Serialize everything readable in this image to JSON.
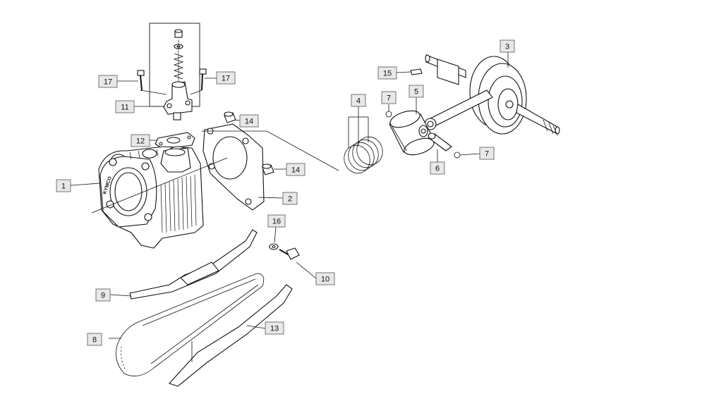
{
  "diagram": {
    "brand_marking": "KYMCO",
    "callouts": {
      "c1": "1",
      "c2": "2",
      "c3": "3",
      "c4": "4",
      "c5": "5",
      "c6": "6",
      "c7a": "7",
      "c7b": "7",
      "c8": "8",
      "c9": "9",
      "c10": "10",
      "c11": "11",
      "c12": "12",
      "c13": "13",
      "c14a": "14",
      "c14b": "14",
      "c15": "15",
      "c16": "16",
      "c17a": "17",
      "c17b": "17"
    },
    "colors": {
      "line": "#111111",
      "callout_fill": "#e8e8e8",
      "background": "#ffffff"
    }
  }
}
